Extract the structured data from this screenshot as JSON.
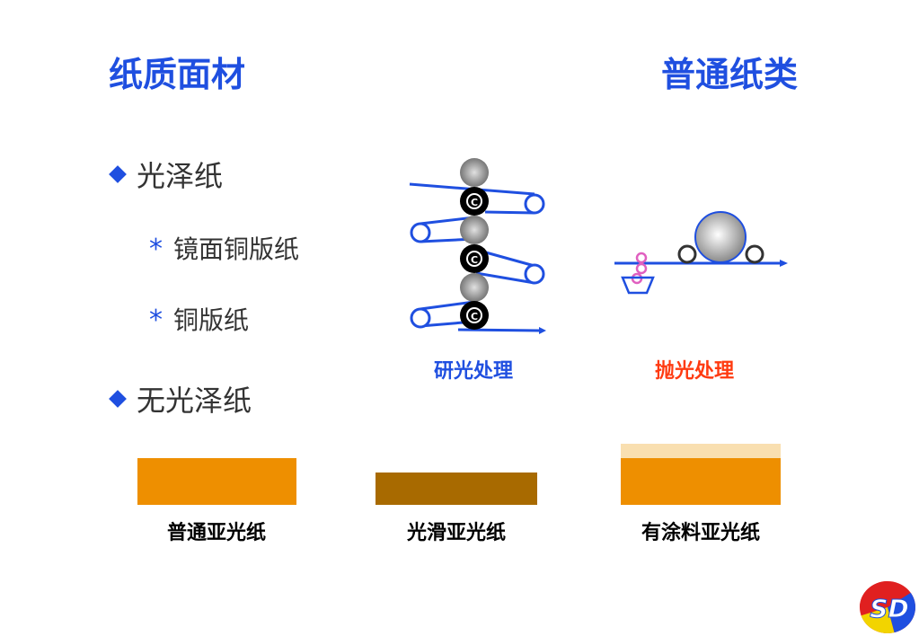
{
  "titles": {
    "left": "纸质面材",
    "right": "普通纸类"
  },
  "bullets": {
    "glossy": "光泽纸",
    "mirror_coated": "镜面铜版纸",
    "coated": "铜版纸",
    "matte": "无光泽纸"
  },
  "sub_marker": "*",
  "diagrams": {
    "calendering": {
      "caption": "研光处理",
      "roller_letter": "C"
    },
    "polishing": {
      "caption": "抛光处理"
    }
  },
  "swatches": [
    {
      "label": "普通亚光纸"
    },
    {
      "label": "光滑亚光纸"
    },
    {
      "label": "有涂料亚光纸"
    }
  ],
  "logo": {
    "text": "SD"
  },
  "colors": {
    "title": "#1f4fe0",
    "line": "#1f4fe0",
    "caption_blue": "#1f4fe0",
    "caption_red": "#ff3a10",
    "orange": "#ee8f00",
    "brown": "#a86a00",
    "cream": "#f9dfb0",
    "pink": "#e060c0"
  }
}
